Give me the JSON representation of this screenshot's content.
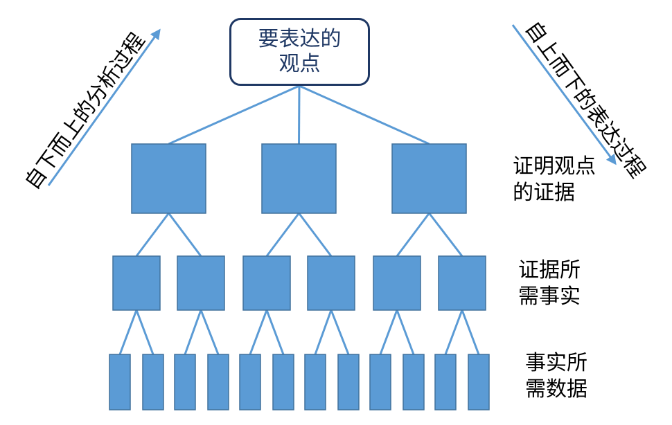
{
  "top_node": {
    "line1": "要表达的",
    "line2": "观点"
  },
  "side_labels": {
    "level1": {
      "line1": "证明观点",
      "line2": "的证据"
    },
    "level2": {
      "line1": "证据所",
      "line2": "需事实"
    },
    "level3": {
      "line1": "事实所",
      "line2": "需数据"
    }
  },
  "arrows": {
    "left": "自下而上的分析过程",
    "right": "自上而下的表达过程"
  },
  "colors": {
    "box_fill": "#5b9bd5",
    "box_stroke": "#41719c",
    "line": "#5b9bd5",
    "top_border": "#1f3864"
  }
}
